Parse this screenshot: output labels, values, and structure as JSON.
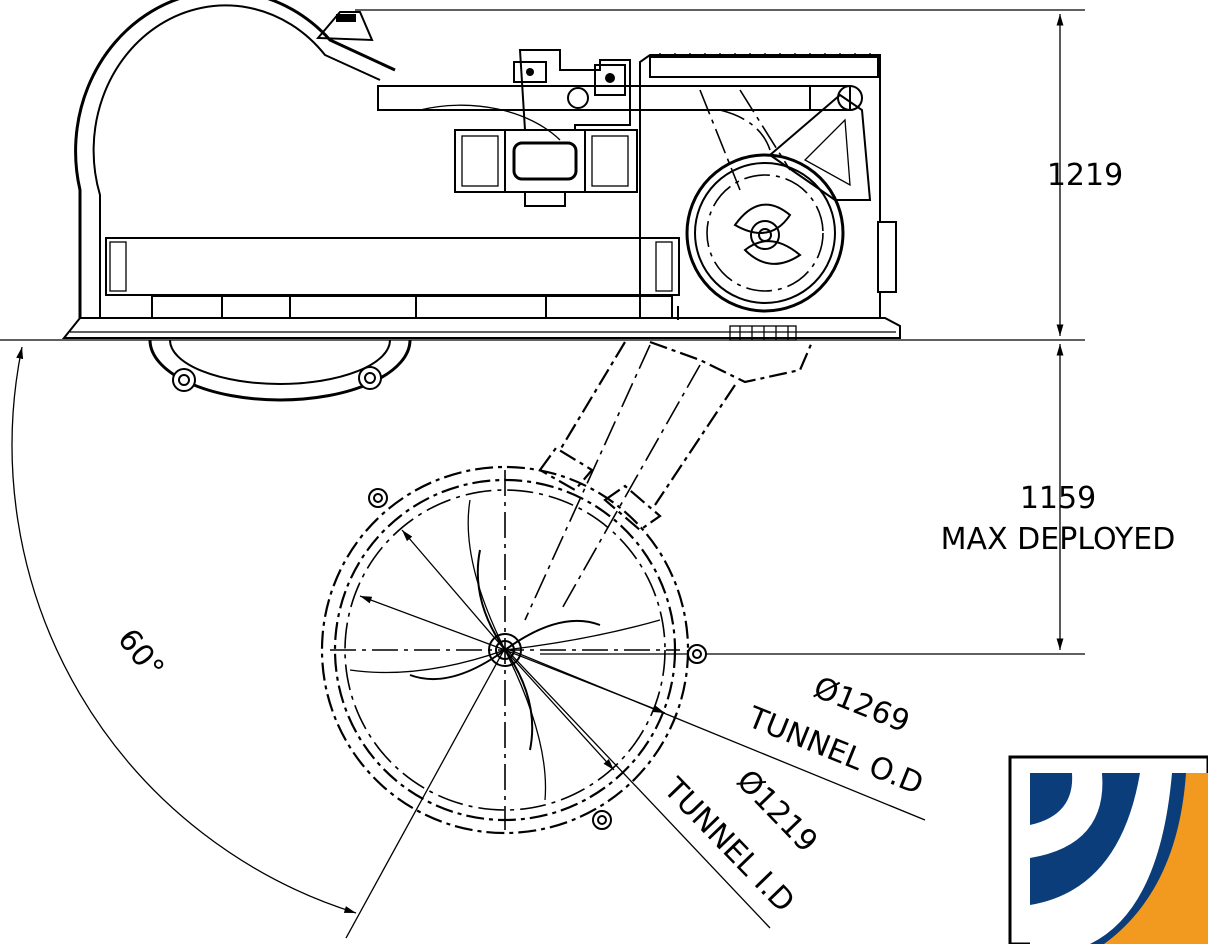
{
  "dimensions": {
    "height_housing": "1219",
    "max_deployed_value": "1159",
    "max_deployed_label": "MAX DEPLOYED",
    "angle": "60°",
    "tunnel_od_value": "Ø1269",
    "tunnel_od_label": "TUNNEL O.D",
    "tunnel_id_value": "Ø1219",
    "tunnel_id_label": "TUNNEL I.D"
  },
  "logo": {
    "colors": {
      "blue": "#0a3d7a",
      "orange": "#f29a20"
    }
  }
}
